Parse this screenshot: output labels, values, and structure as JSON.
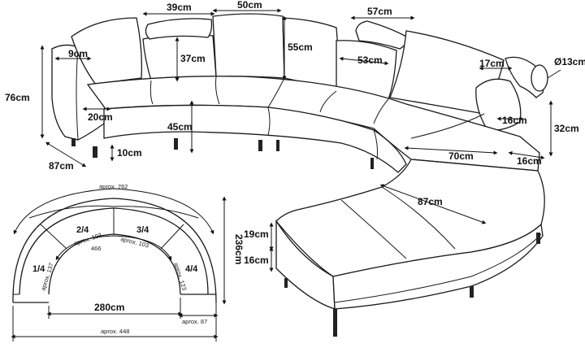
{
  "sofa": {
    "dims": {
      "w39": "39cm",
      "w50": "50cm",
      "w57": "57cm",
      "h55": "55cm",
      "h37": "37cm",
      "w9": "9cm",
      "w53": "53cm",
      "w17": "17cm",
      "d13": "Ø13cm",
      "h76": "76cm",
      "w20": "20cm",
      "h45": "45cm",
      "w16a": "16cm",
      "h32": "32cm",
      "h10": "10cm",
      "w70": "70cm",
      "w16b": "16cm",
      "d87a": "87cm",
      "d87b": "87cm",
      "h19": "19cm",
      "h16": "16cm"
    }
  },
  "plan": {
    "labels": {
      "outer": "aprox. 762",
      "inner": "466",
      "q1": "1/4",
      "q2": "2/4",
      "q3": "3/4",
      "q4": "4/4",
      "a137": "aprox. 137",
      "a103a": "aprox. 103",
      "a103b": "aprox. 103",
      "a123": "aprox. 123",
      "w280": "280cm",
      "a87": "aprox. 87",
      "a448": "aprox. 448",
      "h236": "236cm"
    }
  }
}
